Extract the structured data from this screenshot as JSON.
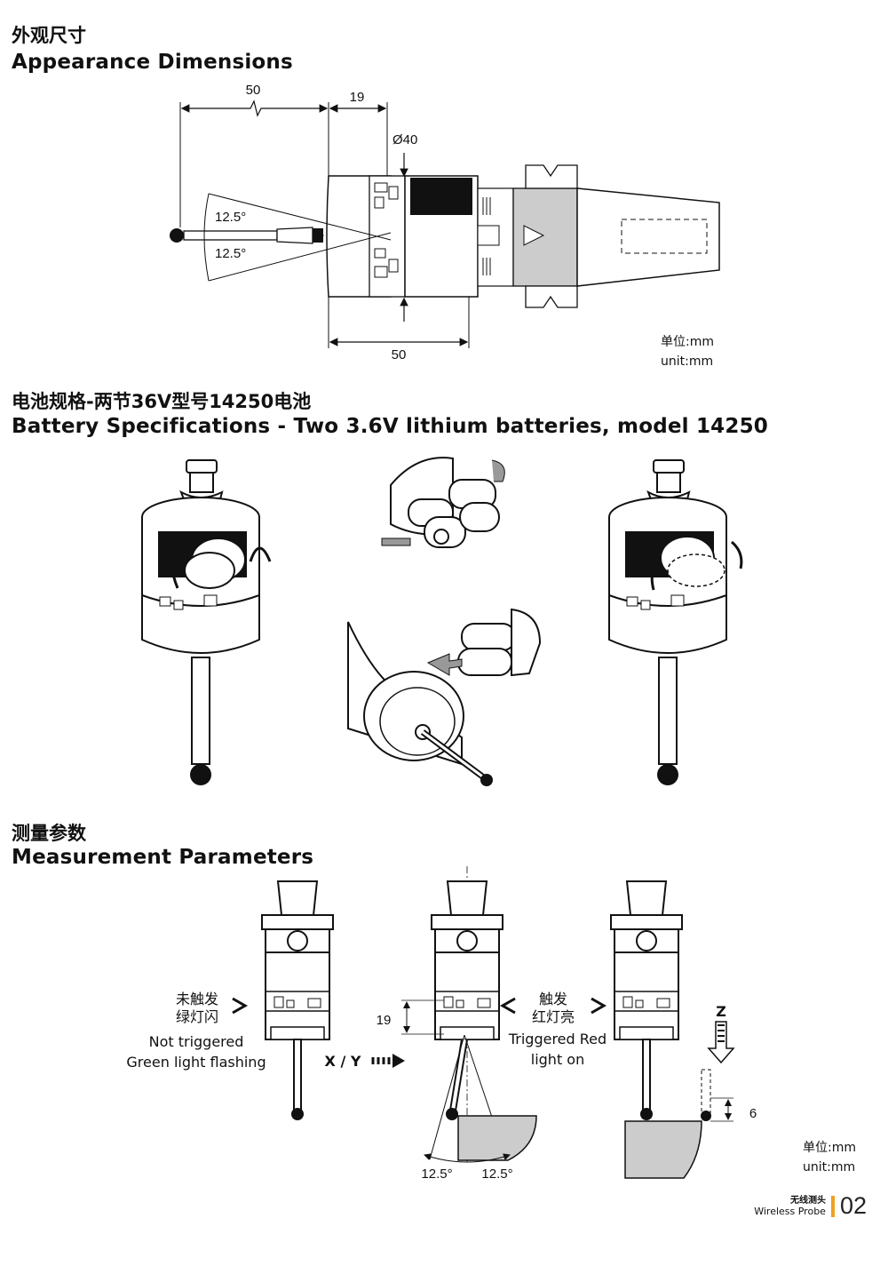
{
  "section1": {
    "title_cn": "外观尺寸",
    "title_en": "Appearance Dimensions",
    "dims": {
      "stylus_length": "50",
      "head_offset": "19",
      "diameter": "Ø40",
      "body_length": "50",
      "angle_upper": "12.5°",
      "angle_lower": "12.5°"
    },
    "unit_cn": "单位:mm",
    "unit_en": "unit:mm"
  },
  "section2": {
    "title_cn": "电池规格-两节36V型号14250电池",
    "title_en": "Battery Specifications - Two 3.6V lithium batteries, model 14250"
  },
  "section3": {
    "title_cn": "测量参数",
    "title_en": "Measurement Parameters",
    "not_triggered_cn_1": "未触发",
    "not_triggered_cn_2": "绿灯闪",
    "not_triggered_en_1": "Not triggered",
    "not_triggered_en_2": "Green light flashing",
    "triggered_cn_1": "触发",
    "triggered_cn_2": "红灯亮",
    "triggered_en_1": "Triggered Red",
    "triggered_en_2": "light on",
    "xy_label": "X / Y",
    "z_label": "Z",
    "height_dim": "19",
    "overtravel_dim": "6",
    "angle_left": "12.5°",
    "angle_right": "12.5°",
    "unit_cn": "单位:mm",
    "unit_en": "unit:mm"
  },
  "footer": {
    "product_cn": "无线测头",
    "product_en": "Wireless Probe",
    "page_number": "02",
    "accent_color": "#f0a020"
  }
}
